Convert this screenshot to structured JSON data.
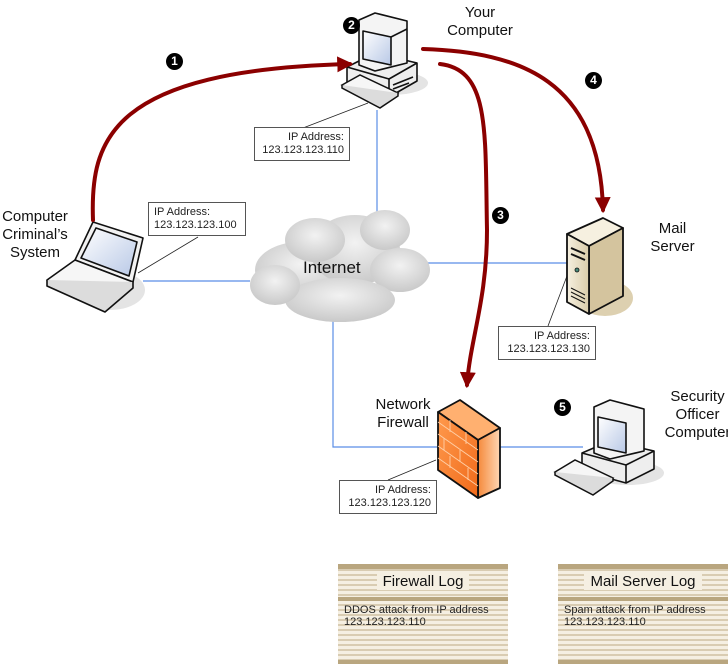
{
  "colors": {
    "attack_arrow": "#8b0000",
    "network_line": "#5b8ee6",
    "firewall": "#f58a3c",
    "server": "#e6dcc4",
    "cloud": "#d8d8d8",
    "log_stripe": "#d9ccb2"
  },
  "nodes": {
    "your_computer": {
      "label_line1": "Your",
      "label_line2": "Computer",
      "ip_label": "IP Address:",
      "ip": "123.123.123.110",
      "icon": "desktop-computer-icon"
    },
    "criminal": {
      "label_line1": "Computer",
      "label_line2": "Criminal’s",
      "label_line3": "System",
      "ip_label": "IP Address:",
      "ip": "123.123.123.100",
      "icon": "laptop-icon"
    },
    "internet": {
      "label": "Internet",
      "icon": "cloud-icon"
    },
    "mail_server": {
      "label_line1": "Mail",
      "label_line2": "Server",
      "ip_label": "IP Address:",
      "ip": "123.123.123.130",
      "icon": "server-tower-icon"
    },
    "firewall": {
      "label_line1": "Network",
      "label_line2": "Firewall",
      "ip_label": "IP Address:",
      "ip": "123.123.123.120",
      "icon": "brick-firewall-icon"
    },
    "security_officer": {
      "label_line1": "Security",
      "label_line2": "Officer",
      "label_line3": "Computer",
      "icon": "desktop-computer-icon"
    }
  },
  "steps": [
    {
      "number": "1",
      "description": "Criminal's system to Your Computer"
    },
    {
      "number": "2",
      "description": "Your Computer"
    },
    {
      "number": "3",
      "description": "Your Computer to Network Firewall"
    },
    {
      "number": "4",
      "description": "Your Computer to Mail Server"
    },
    {
      "number": "5",
      "description": "Security Officer Computer"
    }
  ],
  "logs": [
    {
      "title": "Firewall Log",
      "line1": "DDOS attack from IP address",
      "line2": "123.123.123.110"
    },
    {
      "title": "Mail Server Log",
      "line1": "Spam attack from IP address",
      "line2": "123.123.123.110"
    }
  ]
}
